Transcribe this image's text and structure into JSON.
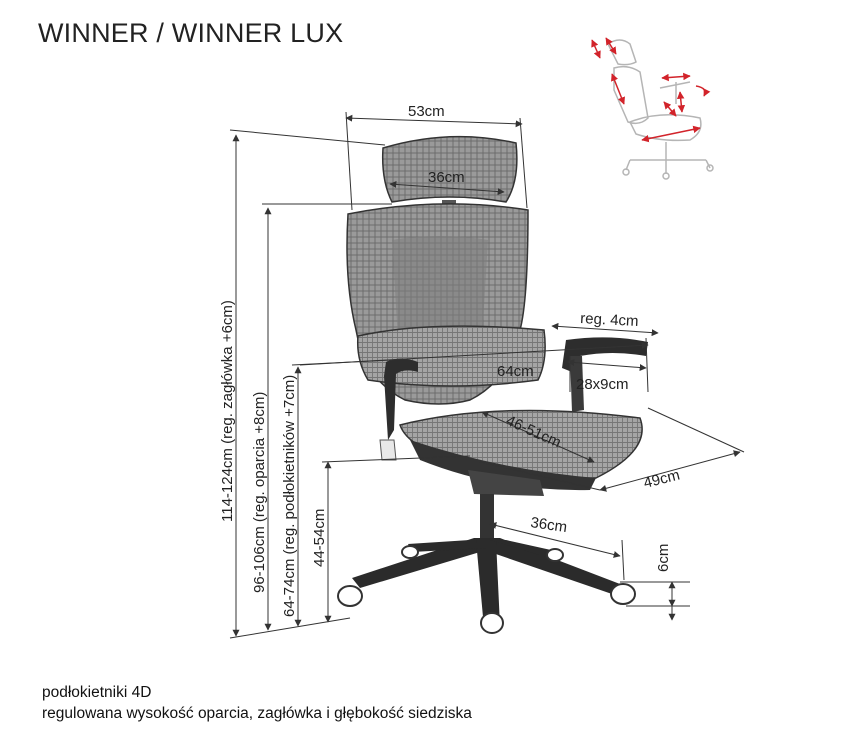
{
  "title": "WINNER / WINNER LUX",
  "dimensions": {
    "total_height": "114-124cm (reg. zagłówka +6cm)",
    "back_height": "96-106cm (reg. oparcia  +8cm)",
    "armrest_height": "64-74cm (reg. podłokietników +7cm)",
    "seat_height": "44-54cm",
    "back_width": "53cm",
    "headrest_width": "36cm",
    "armrest_width": "64cm",
    "armrest_reg": "reg. 4cm",
    "armpad_size": "28x9cm",
    "seat_depth": "46-51cm",
    "depth": "49cm",
    "base_radius": "36cm",
    "wheel_height": "6cm"
  },
  "footer": {
    "line1": "podłokietniki 4D",
    "line2": "regulowana wysokość oparcia, zagłówka i głębokość siedziska"
  },
  "colors": {
    "chair": "#2a2a2a",
    "mesh": "#8a8a8a",
    "adjust_arrow": "#d2232a",
    "thumb": "#b5b5b5"
  }
}
